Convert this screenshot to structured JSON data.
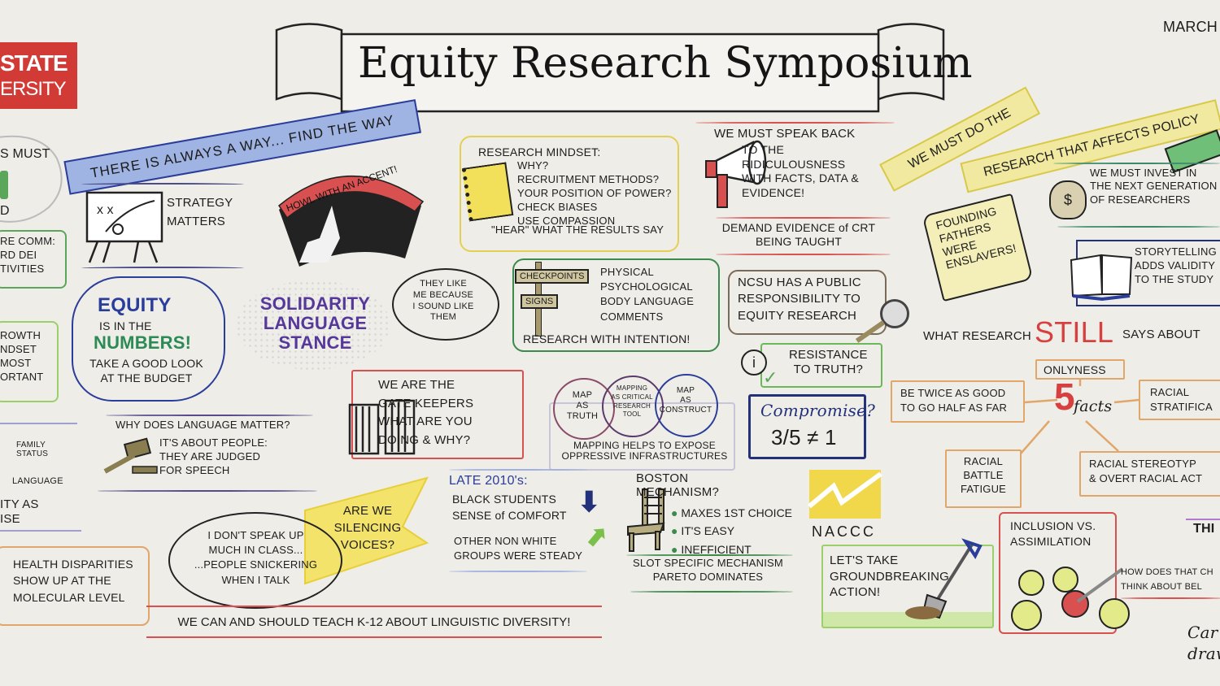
{
  "header": {
    "logo_lines": [
      "STATE",
      "ERSITY"
    ],
    "title": "Equity Research Symposium",
    "date_fragment": "MARCH"
  },
  "left_edge": {
    "cloud_fragment_1": "S MUST",
    "cloud_fragment_2": "D",
    "comm_box": "RE COMM:\nRD DEI\nTIVITIES",
    "growth_box": "ROWTH\nNDSET\nMOST\nORTANT",
    "family_status": "FAMILY\nSTATUS",
    "language": "LANGUAGE",
    "ity_as": "ITY AS\nISE",
    "health_box": "HEALTH DISPARITIES\nSHOW UP AT THE\nMOLECULAR LEVEL"
  },
  "ribbons": {
    "blue": "THERE IS ALWAYS A WAY... FIND THE WAY",
    "yellow_1": "WE MUST DO THE",
    "yellow_2": "RESEARCH THAT AFFECTS POLICY",
    "red": "WE CAN AND SHOULD TEACH K-12 ABOUT LINGUISTIC DIVERSITY!"
  },
  "strategy": "STRATEGY\nMATTERS",
  "equity_cloud": {
    "title": "EQUITY",
    "line2": "IS IN THE",
    "numbers": "NUMBERS!",
    "body": "TAKE A GOOD LOOK\nAT THE BUDGET"
  },
  "howl": "HOWL WITH AN ACCENT!",
  "solidarity": "SOLIDARITY\nLANGUAGE\nSTANCE",
  "bubble_sound": "THEY LIKE\nME BECAUSE\nI SOUND LIKE\nTHEM",
  "research_mindset": {
    "title": "RESEARCH MINDSET:",
    "items": "WHY?\nRECRUITMENT METHODS?\nYOUR POSITION OF POWER?\nCHECK BIASES\nUSE COMPASSION",
    "last": "\"HEAR\" WHAT THE RESULTS SAY"
  },
  "speak_back": {
    "top": "WE MUST SPEAK BACK",
    "body": "TO THE\nRIDICULOUSNESS\nWITH FACTS, DATA &\nEVIDENCE!",
    "demand": "DEMAND EVIDENCE of CRT\nBEING TAUGHT"
  },
  "checkpoints": {
    "sign_1": "CHECKPOINTS",
    "sign_2": "SIGNS",
    "list": "PHYSICAL\nPSYCHOLOGICAL\nBODY LANGUAGE\nCOMMENTS",
    "footer": "RESEARCH WITH INTENTION!"
  },
  "ncsu": "NCSU HAS A PUBLIC\nRESPONSIBILITY TO\nEQUITY RESEARCH",
  "resistance": {
    "icon_letter": "i",
    "text": "RESISTANCE\nTO TRUTH?"
  },
  "compromise": {
    "title": "Compromise?",
    "formula": "3/5 ≠ 1"
  },
  "invest": "WE MUST INVEST IN\nTHE NEXT GENERATION\nOF RESEARCHERS",
  "money_symbol": "$",
  "founding": "FOUNDING\nFATHERS\nWERE\nENSLAVERS!",
  "storytelling": "STORYTELLING\nADDS VALIDITY\nTO THE STUDY",
  "still_heading": {
    "pre": "WHAT RESEARCH",
    "still": "STILL",
    "post": "SAYS ABOUT"
  },
  "five_facts": {
    "number": "5",
    "label": "facts",
    "onlyness": "ONLYNESS",
    "twice": "BE TWICE AS GOOD\nTO GO HALF AS FAR",
    "stratification": "RACIAL\nSTRATIFICA",
    "fatigue": "RACIAL\nBATTLE\nFATIGUE",
    "stereotypes": "RACIAL STEREOTYP\n& OVERT RACIAL ACT"
  },
  "inclusion": {
    "title": "INCLUSION VS.\nASSIMILATION",
    "question": "HOW DOES THAT CH\nTHINK ABOUT BEL"
  },
  "right_fragment": "THI",
  "signature": "Car\ndraw",
  "gatekeepers": "WE ARE THE\nGATE KEEPERS\nWHAT ARE YOU\nDOING & WHY?",
  "venn": {
    "left": "MAP\nAS\nTRUTH",
    "middle": "MAPPING\nAS CRITICAL\nRESEARCH\nTOOL",
    "right": "MAP\nAS\nCONSTRUCT",
    "caption": "MAPPING HELPS TO EXPOSE\nOPPRESSIVE INFRASTRUCTURES"
  },
  "language_matter": {
    "question": "WHY DOES LANGUAGE MATTER?",
    "body": "IT'S ABOUT PEOPLE:\nTHEY ARE JUDGED\nFOR SPEECH"
  },
  "bubble_class": "I DON'T SPEAK UP\nMUCH IN CLASS...\n...PEOPLE SNICKERING\nWHEN I TALK",
  "silencing": "ARE WE\nSILENCING\nVOICES?",
  "late_2010s": {
    "title": "LATE 2010's:",
    "black": "BLACK STUDENTS\nSENSE of COMFORT",
    "other": "OTHER NON WHITE\nGROUPS WERE STEADY"
  },
  "boston": {
    "title": "BOSTON\nMECHANISM?",
    "bullets": [
      "MAXES 1ST CHOICE",
      "IT'S EASY",
      "INEFFICIENT"
    ],
    "footer": "SLOT SPECIFIC MECHANISM\nPARETO DOMINATES"
  },
  "naccc": "NACCC",
  "groundbreaking": "LET'S TAKE\nGROUNDBREAKING\nACTION!",
  "colors": {
    "paper": "#eeede8",
    "red": "#d8403f",
    "blue": "#2b3d9a",
    "green": "#4e9a48",
    "yellow": "#f1e36a",
    "purple": "#55389a",
    "orange": "#e0a66a"
  }
}
